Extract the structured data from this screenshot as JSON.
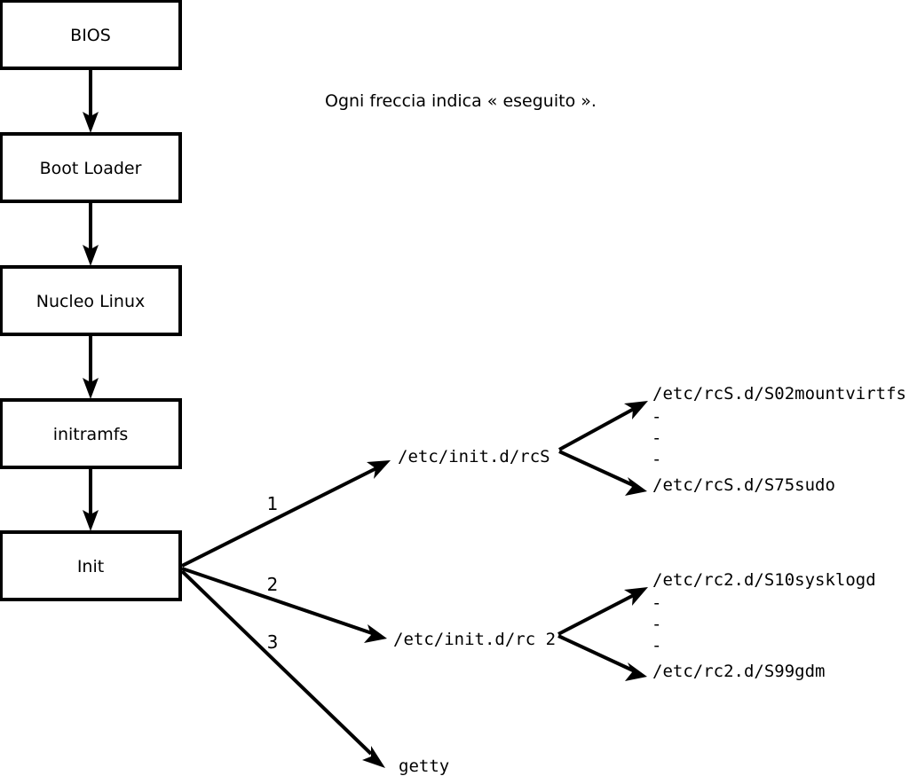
{
  "diagram": {
    "title": "Linux boot sequence flow diagram",
    "caption": "Ogni freccia indica « eseguito ».",
    "colors": {
      "stroke": "#000000",
      "fill": "#ffffff",
      "background": "#ffffff"
    },
    "boxes": [
      {
        "id": "bios",
        "label": "BIOS"
      },
      {
        "id": "boot-loader",
        "label": "Boot Loader"
      },
      {
        "id": "nucleo-linux",
        "label": "Nucleo Linux"
      },
      {
        "id": "initramfs",
        "label": "initramfs"
      },
      {
        "id": "init",
        "label": "Init"
      }
    ],
    "edge_numbers": [
      {
        "id": "edge-1",
        "label": "1"
      },
      {
        "id": "edge-2",
        "label": "2"
      },
      {
        "id": "edge-3",
        "label": "3"
      }
    ],
    "script_nodes": [
      {
        "id": "rcs",
        "label": "/etc/init.d/rcS"
      },
      {
        "id": "rc2",
        "label": "/etc/init.d/rc 2"
      },
      {
        "id": "getty",
        "label": "getty"
      }
    ],
    "rcs_targets": {
      "first": "/etc/rcS.d/S02mountvirtfs",
      "last": "/etc/rcS.d/S75sudo",
      "ellipsis": [
        "-",
        "-",
        "-"
      ]
    },
    "rc2_targets": {
      "first": "/etc/rc2.d/S10sysklogd",
      "last": "/etc/rc2.d/S99gdm",
      "ellipsis": [
        "-",
        "-",
        "-"
      ]
    }
  }
}
